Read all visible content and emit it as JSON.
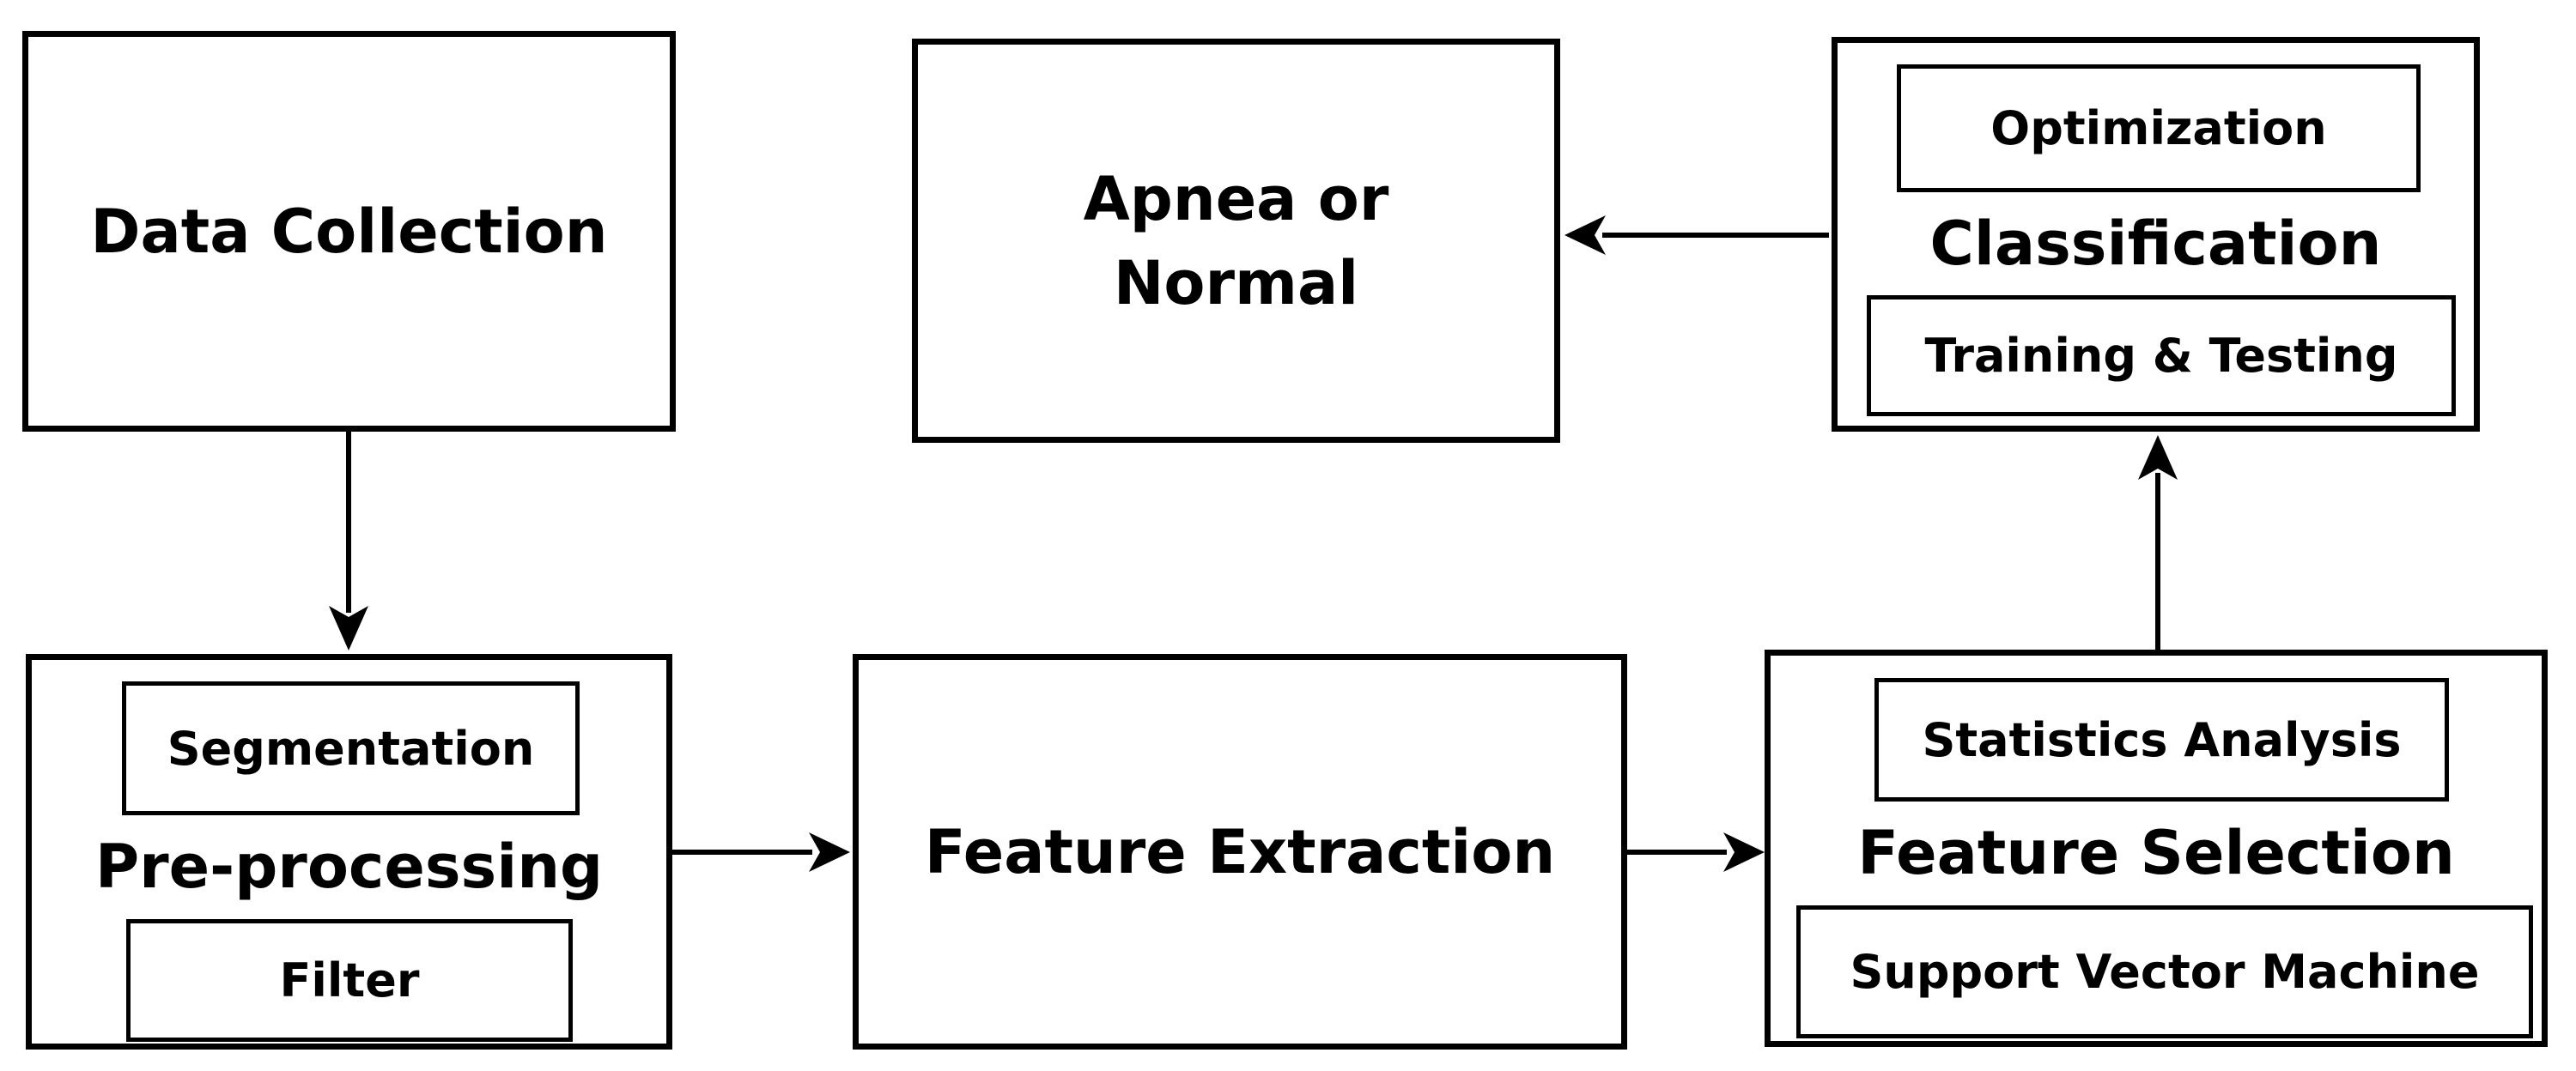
{
  "diagram": {
    "type": "flowchart",
    "background": "#ffffff",
    "line_color": "#000000",
    "nodes": {
      "data_collection": {
        "label": "Data Collection"
      },
      "pre_processing": {
        "label": "Pre-processing",
        "sub_top": "Segmentation",
        "sub_bottom": "Filter"
      },
      "feature_extraction": {
        "label": "Feature Extraction"
      },
      "feature_selection": {
        "label": "Feature Selection",
        "sub_top": "Statistics Analysis",
        "sub_bottom": "Support Vector Machine"
      },
      "classification": {
        "label": "Classification",
        "sub_top": "Optimization",
        "sub_bottom": "Training & Testing"
      },
      "apnea_or_normal": {
        "label": "Apnea or Normal"
      }
    },
    "edges": [
      {
        "from": "Data Collection",
        "to": "Pre-processing",
        "direction": "down"
      },
      {
        "from": "Pre-processing",
        "to": "Feature Extraction",
        "direction": "right"
      },
      {
        "from": "Feature Extraction",
        "to": "Feature Selection",
        "direction": "right"
      },
      {
        "from": "Feature Selection",
        "to": "Classification",
        "direction": "up"
      },
      {
        "from": "Classification",
        "to": "Apnea or Normal",
        "direction": "left"
      }
    ]
  }
}
